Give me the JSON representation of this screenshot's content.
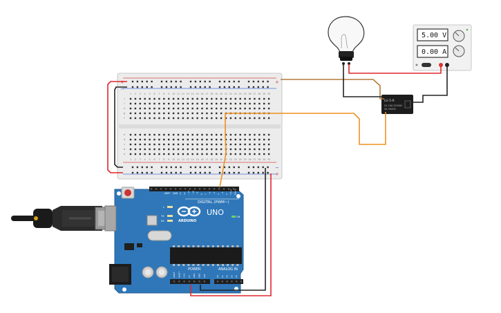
{
  "power_supply": {
    "voltage_readout": "5.00 V",
    "current_readout": "0.00 A"
  },
  "relay": {
    "model": "LU-5-R",
    "rating_line1": "5V 10A 250VAC",
    "rating_line2": "5A 30VDC"
  },
  "arduino": {
    "model": "UNO",
    "brand": "ARDUINO",
    "digital_header": "DIGITAL (PWM~)",
    "power_header": "POWER",
    "analog_header": "ANALOG IN",
    "on_label": "ON",
    "tx_label": "TX",
    "rx_label": "RX",
    "l_label": "L",
    "aref": "AREF",
    "gnd": "GND",
    "digital_pins": [
      "13",
      "12",
      "~11",
      "~10",
      "~9",
      "8",
      "7",
      "~6",
      "~5",
      "4",
      "~3",
      "2",
      "TX→1",
      "RX←0"
    ],
    "power_pins": [
      "IOREF",
      "RESET",
      "3.3V",
      "5V",
      "GND",
      "GND",
      "VIN"
    ],
    "analog_pins": [
      "A0",
      "A1",
      "A2",
      "A3",
      "A4",
      "A5"
    ]
  },
  "breadboard": {
    "columns": [
      "1",
      "2",
      "3",
      "4",
      "5",
      "6",
      "7",
      "8",
      "9",
      "10",
      "11",
      "12",
      "13",
      "14",
      "15",
      "16",
      "17",
      "18",
      "19",
      "20",
      "21",
      "22",
      "23",
      "24",
      "25",
      "26",
      "27",
      "28",
      "29",
      "30"
    ],
    "rows_top": [
      "j",
      "i",
      "h",
      "g",
      "f"
    ],
    "rows_bottom": [
      "e",
      "d",
      "c",
      "b",
      "a"
    ],
    "plus": "+",
    "minus": "−"
  },
  "colors": {
    "wire_red": "#e0262b",
    "wire_black": "#222222",
    "wire_orange": "#f0901e",
    "wire_brown": "#b27a3c",
    "board_blue": "#2f77b9",
    "breadboard": "#ececec"
  }
}
